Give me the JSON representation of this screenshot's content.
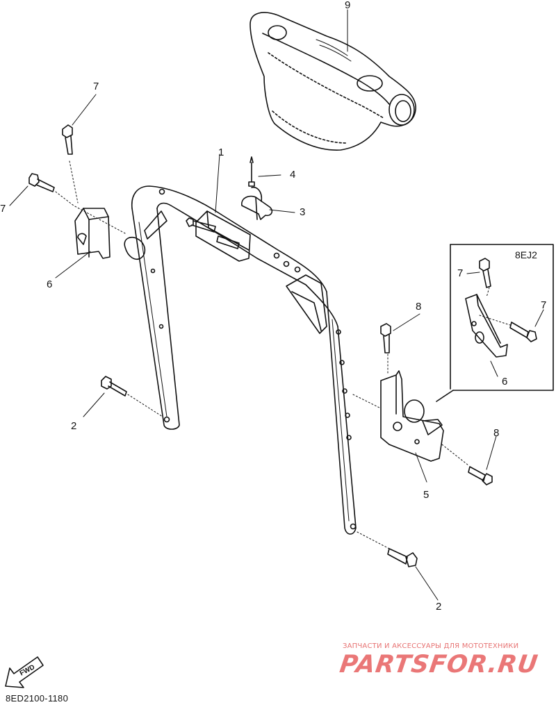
{
  "diagram": {
    "callouts": {
      "c1": "1",
      "c2a": "2",
      "c2b": "2",
      "c3": "3",
      "c4": "4",
      "c5": "5",
      "c6a": "6",
      "c6b": "6",
      "c7a": "7",
      "c7b": "7",
      "c7c": "7",
      "c7d": "7",
      "c8a": "8",
      "c8b": "8",
      "c9": "9"
    },
    "variant_box_label": "8EJ2",
    "direction_marker": "FWD",
    "drawing_code": "8ED2100-1180"
  },
  "watermark": {
    "tagline": "ЗАПЧАСТИ И АКСЕССУАРЫ ДЛЯ МОТОТЕХНИКИ",
    "brand": "PARTSFOR.RU"
  },
  "colors": {
    "line": "#111111",
    "watermark": "#e44a4a",
    "background": "#ffffff"
  }
}
